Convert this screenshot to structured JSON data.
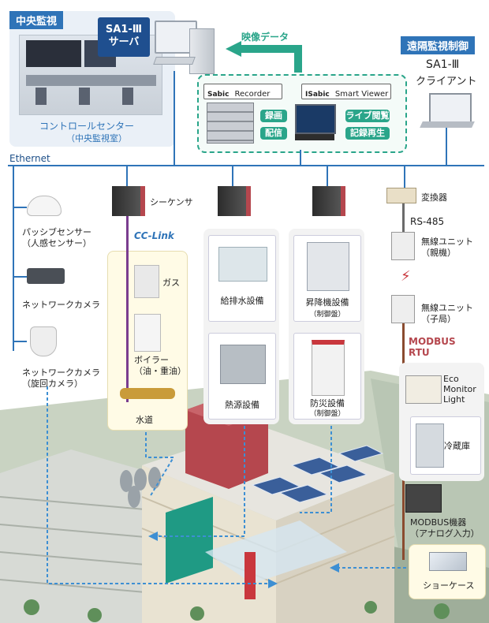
{
  "central": {
    "tag": "中央監視",
    "server_label": "SA1-Ⅲ\nサーバ",
    "control_center_title": "コントロールセンター",
    "control_center_sub": "（中央監視室）"
  },
  "video_data_label": "映像データ",
  "remote": {
    "tag": "遠隔監視制御",
    "client_line1": "SA1-Ⅲ",
    "client_line2": "クライアント"
  },
  "software": {
    "recorder_logo": "Sabic",
    "recorder_label": "Recorder",
    "viewer_logo": "ISabic",
    "viewer_label": "Smart Viewer",
    "pills": [
      "録画",
      "配信",
      "ライブ閲覧",
      "記録再生"
    ]
  },
  "network": {
    "ethernet": "Ethernet"
  },
  "left_devices": {
    "sensor": "パッシブセンサー\n（人感センサー）",
    "camera": "ネットワークカメラ",
    "ptz_camera": "ネットワークカメラ\n（旋回カメラ）"
  },
  "plc": {
    "label": "シーケンサ",
    "cclink": "CC-Link",
    "gas": "ガス",
    "boiler": "ボイラー\n（油・重油）",
    "water": "水道"
  },
  "facilities": {
    "water_supply": "給排水設備",
    "elevator": "昇降機設備",
    "elevator_sub": "（制御盤）",
    "heat_source": "熱源設備",
    "fire": "防災設備",
    "fire_sub": "（制御盤）"
  },
  "right_chain": {
    "converter": "変換器",
    "rs485": "RS-485",
    "wireless_parent": "無線ユニット\n（親機）",
    "wireless_child": "無線ユニット\n（子局）",
    "modbus_rtu": "MODBUS\nRTU",
    "eco": "Eco\nMonitor\nLight",
    "fridge": "冷蔵庫",
    "modbus_device": "MODBUS機器\n（アナログ入力）",
    "showcase": "ショーケース"
  }
}
